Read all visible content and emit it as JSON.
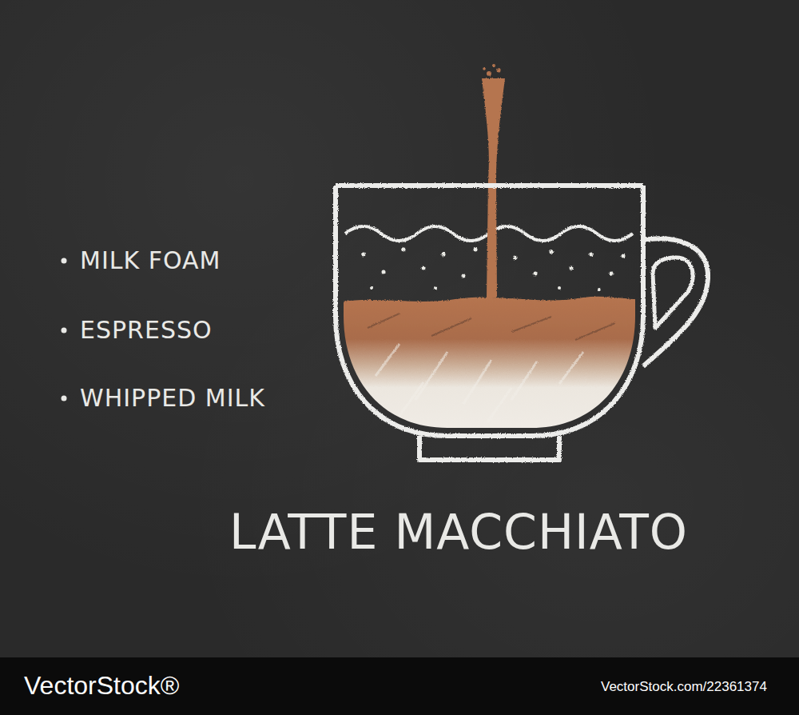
{
  "diagram": {
    "title": "LATTE MACCHIATO",
    "labels": [
      "MILK FOAM",
      "ESPRESSO",
      "WHIPPED MILK",
      "VectorStock®",
      "VectorStock.com/22361374"
    ]
  }
}
